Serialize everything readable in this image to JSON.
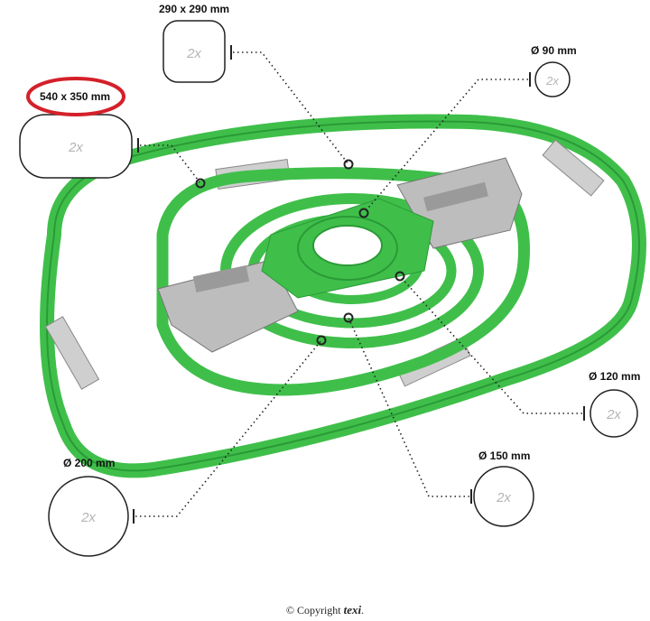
{
  "hoops": [
    {
      "size_label": "290 x 290 mm",
      "quantity": "2x"
    },
    {
      "size_label": "Ø 90 mm",
      "quantity": "2x"
    },
    {
      "size_label": "540 x 350 mm",
      "quantity": "2x",
      "highlighted": true
    },
    {
      "size_label": "Ø 120 mm",
      "quantity": "2x"
    },
    {
      "size_label": "Ø 200 mm",
      "quantity": "2x"
    },
    {
      "size_label": "Ø 150 mm",
      "quantity": "2x"
    }
  ],
  "footer": {
    "prefix": "© Copyright",
    "brand": "texi"
  },
  "colors": {
    "hoop_green": "#3fbf4a",
    "hoop_dark": "#2a9a36",
    "metal": "#c9c9c9",
    "highlight_oval": "#d4202a",
    "badge_stroke": "#222222"
  }
}
